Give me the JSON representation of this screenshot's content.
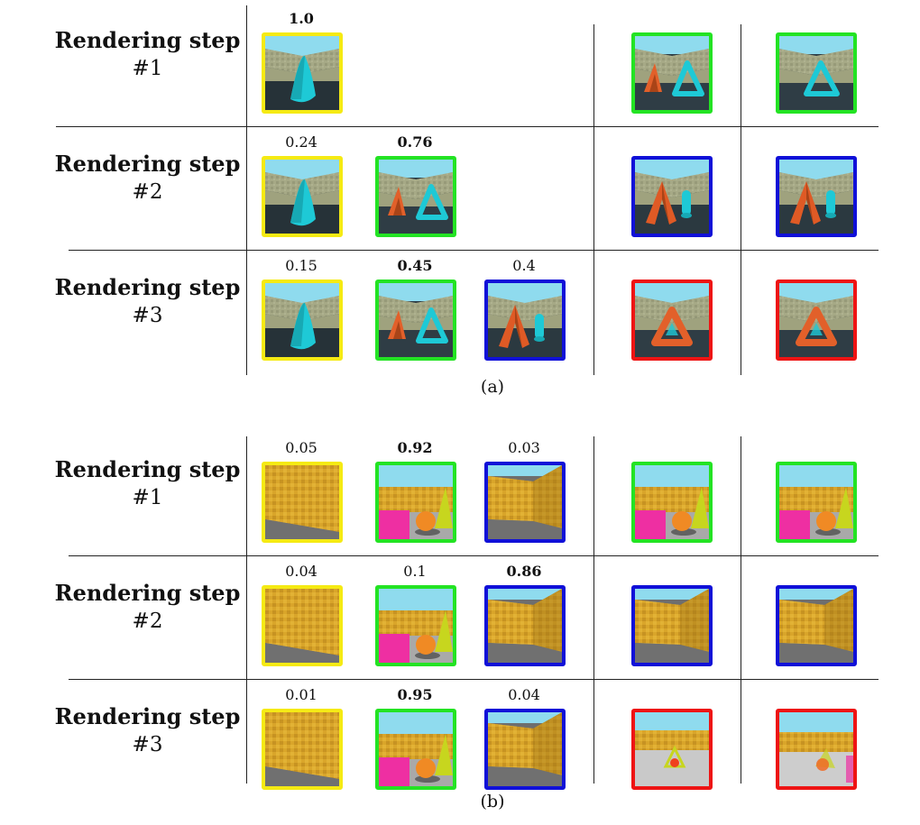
{
  "colors": {
    "yellow": "#f5ea13",
    "green": "#23e323",
    "blue": "#1010d8",
    "red": "#ee1414"
  },
  "panels": [
    {
      "caption": "(a)",
      "scene": "triangle",
      "rows": [
        {
          "title": "Rendering step",
          "num": "#1",
          "candidates": [
            {
              "score": "1.0",
              "bold": true,
              "color": "yellow",
              "view": "cone-left"
            }
          ],
          "right": [
            {
              "color": "green",
              "view": "tri-cone"
            },
            {
              "color": "green",
              "view": "tri-only"
            }
          ]
        },
        {
          "title": "Rendering step",
          "num": "#2",
          "candidates": [
            {
              "score": "0.24",
              "bold": false,
              "color": "yellow",
              "view": "cone-left"
            },
            {
              "score": "0.76",
              "bold": true,
              "color": "green",
              "view": "tri-cone"
            }
          ],
          "right": [
            {
              "color": "blue",
              "view": "side"
            },
            {
              "color": "blue",
              "view": "side"
            }
          ]
        },
        {
          "title": "Rendering step",
          "num": "#3",
          "candidates": [
            {
              "score": "0.15",
              "bold": false,
              "color": "yellow",
              "view": "cone-left"
            },
            {
              "score": "0.45",
              "bold": true,
              "color": "green",
              "view": "tri-cone"
            },
            {
              "score": "0.4",
              "bold": false,
              "color": "blue",
              "view": "side"
            }
          ],
          "right": [
            {
              "color": "red",
              "view": "front-tri"
            },
            {
              "color": "red",
              "view": "front-tri"
            }
          ]
        }
      ]
    },
    {
      "caption": "(b)",
      "scene": "brick",
      "rows": [
        {
          "title": "Rendering step",
          "num": "#1",
          "candidates": [
            {
              "score": "0.05",
              "bold": false,
              "color": "yellow",
              "view": "wall"
            },
            {
              "score": "0.92",
              "bold": true,
              "color": "green",
              "view": "objects"
            },
            {
              "score": "0.03",
              "bold": false,
              "color": "blue",
              "view": "corner"
            }
          ],
          "right": [
            {
              "color": "green",
              "view": "objects"
            },
            {
              "color": "green",
              "view": "objects"
            }
          ]
        },
        {
          "title": "Rendering step",
          "num": "#2",
          "candidates": [
            {
              "score": "0.04",
              "bold": false,
              "color": "yellow",
              "view": "wall"
            },
            {
              "score": "0.1",
              "bold": false,
              "color": "green",
              "view": "objects"
            },
            {
              "score": "0.86",
              "bold": true,
              "color": "blue",
              "view": "corner"
            }
          ],
          "right": [
            {
              "color": "blue",
              "view": "corner"
            },
            {
              "color": "blue",
              "view": "corner"
            }
          ]
        },
        {
          "title": "Rendering step",
          "num": "#3",
          "candidates": [
            {
              "score": "0.01",
              "bold": false,
              "color": "yellow",
              "view": "wall"
            },
            {
              "score": "0.95",
              "bold": true,
              "color": "green",
              "view": "objects"
            },
            {
              "score": "0.04",
              "bold": false,
              "color": "blue",
              "view": "corner"
            }
          ],
          "right": [
            {
              "color": "red",
              "view": "far"
            },
            {
              "color": "red",
              "view": "far-blur"
            }
          ]
        }
      ]
    }
  ]
}
